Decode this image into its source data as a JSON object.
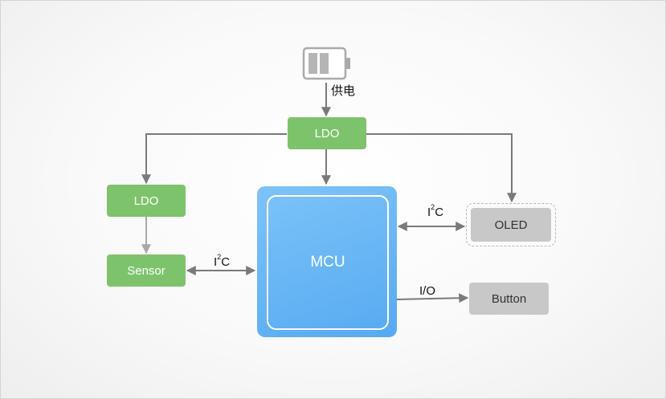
{
  "power": {
    "label": "供电"
  },
  "ldo_main": {
    "label": "LDO"
  },
  "ldo_sensor": {
    "label": "LDO"
  },
  "sensor": {
    "label": "Sensor"
  },
  "mcu": {
    "label": "MCU"
  },
  "oled": {
    "label": "OLED"
  },
  "button": {
    "label": "Button"
  },
  "links": {
    "sensor_mcu": {
      "prefix": "I",
      "sup": "2",
      "suffix": "C"
    },
    "mcu_oled": {
      "prefix": "I",
      "sup": "2",
      "suffix": "C"
    },
    "mcu_button": "I/O"
  },
  "colors": {
    "green_block": "#7dc36c",
    "gray_block": "#c8c8c8",
    "mcu_blue": "#5aaef3",
    "wire": "#7a7a7a",
    "wire_light": "#a8a8a8"
  }
}
